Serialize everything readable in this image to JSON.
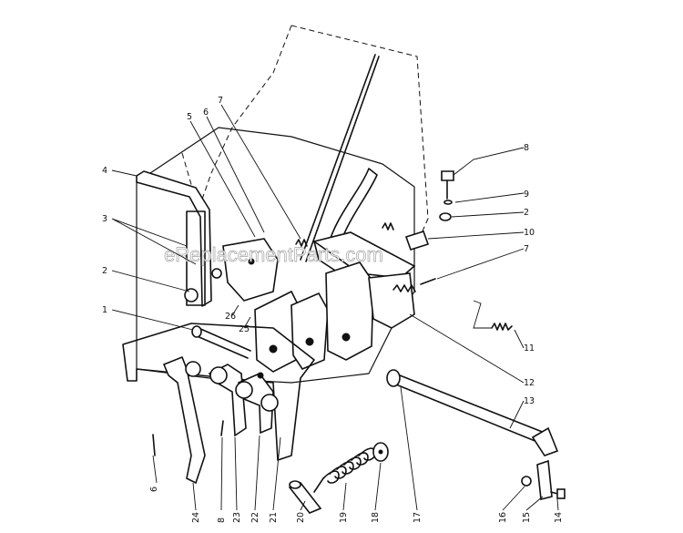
{
  "watermark": "eReplacementParts.com",
  "callouts": [
    {
      "id": "c8a",
      "text": "8"
    },
    {
      "id": "c9",
      "text": "9"
    },
    {
      "id": "c2a",
      "text": "2"
    },
    {
      "id": "c10",
      "text": "10"
    },
    {
      "id": "c7a",
      "text": "7"
    },
    {
      "id": "c11",
      "text": "11"
    },
    {
      "id": "c12",
      "text": "12"
    },
    {
      "id": "c13",
      "text": "13"
    },
    {
      "id": "c4",
      "text": "4"
    },
    {
      "id": "c3",
      "text": "3"
    },
    {
      "id": "c2b",
      "text": "2"
    },
    {
      "id": "c1",
      "text": "1"
    },
    {
      "id": "c5",
      "text": "5"
    },
    {
      "id": "c6a",
      "text": "6"
    },
    {
      "id": "c7b",
      "text": "7"
    },
    {
      "id": "c26",
      "text": "26"
    },
    {
      "id": "c25",
      "text": "25"
    },
    {
      "id": "c6b",
      "text": "6"
    },
    {
      "id": "c24",
      "text": "24"
    },
    {
      "id": "c8b",
      "text": "8"
    },
    {
      "id": "c23",
      "text": "23"
    },
    {
      "id": "c22",
      "text": "22"
    },
    {
      "id": "c21",
      "text": "21"
    },
    {
      "id": "c20",
      "text": "20"
    },
    {
      "id": "c19",
      "text": "19"
    },
    {
      "id": "c18",
      "text": "18"
    },
    {
      "id": "c17",
      "text": "17"
    },
    {
      "id": "c16",
      "text": "16"
    },
    {
      "id": "c15",
      "text": "15"
    },
    {
      "id": "c14",
      "text": "14"
    }
  ]
}
